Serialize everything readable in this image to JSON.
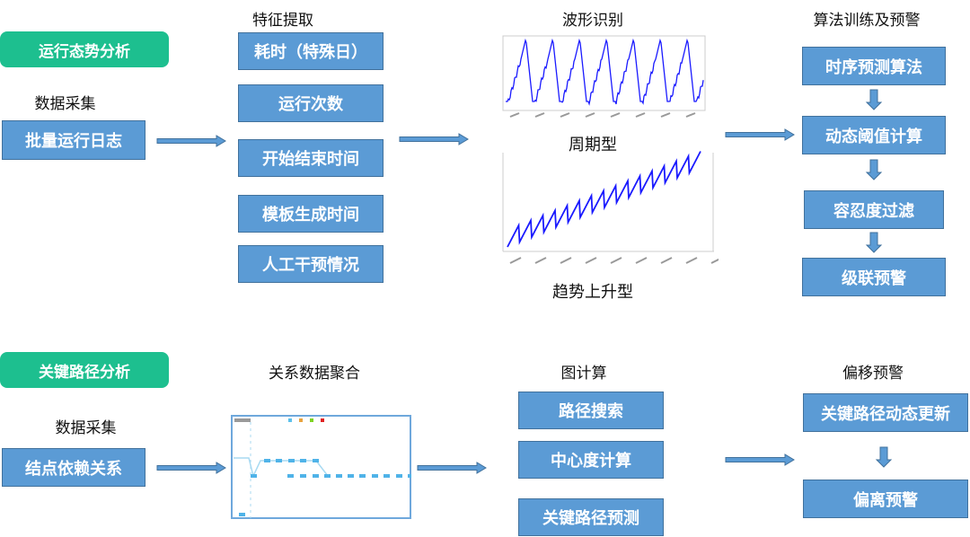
{
  "section1": {
    "title": "运行态势分析",
    "collect_label": "数据采集",
    "source_box": "批量运行日志",
    "features": {
      "header": "特征提取",
      "items": [
        "耗时（特殊日）",
        "运行次数",
        "开始结束时间",
        "模板生成时间",
        "人工干预情况"
      ]
    },
    "waveform": {
      "header": "波形识别",
      "chart1_caption": "周期型",
      "chart2_caption": "趋势上升型"
    },
    "algorithm": {
      "header": "算法训练及预警",
      "steps": [
        "时序预测算法",
        "动态阈值计算",
        "容忍度过滤",
        "级联预警"
      ]
    }
  },
  "section2": {
    "title": "关键路径分析",
    "collect_label": "数据采集",
    "source_box": "结点依赖关系",
    "aggregation": {
      "header": "关系数据聚合"
    },
    "graph": {
      "header": "图计算",
      "items": [
        "路径搜索",
        "中心度计算",
        "关键路径预测"
      ]
    },
    "alert": {
      "header": "偏移预警",
      "steps": [
        "关键路径动态更新",
        "偏离预警"
      ]
    }
  },
  "colors": {
    "section": "#1dbf8f",
    "box": "#5b9bd5",
    "box_border": "#41719c",
    "series": "#1a1aff"
  }
}
